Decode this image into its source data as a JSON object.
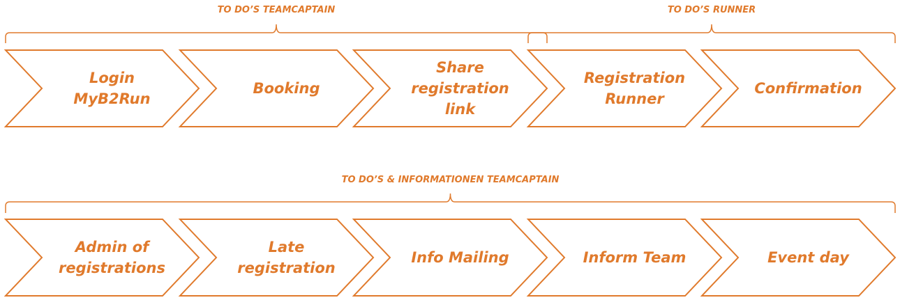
{
  "accent_color": "#e07a2c",
  "rows": [
    {
      "groups": [
        {
          "label": "TO DO’S TEAMCAPTAIN",
          "from_step": 0,
          "to_step": 2
        },
        {
          "label": "TO DO’S RUNNER",
          "from_step": 3,
          "to_step": 4
        }
      ],
      "steps": [
        {
          "label": "Login\nMyB2Run"
        },
        {
          "label": "Booking"
        },
        {
          "label": "Share\nregistration\nlink"
        },
        {
          "label": "Registration\nRunner"
        },
        {
          "label": "Confirmation"
        }
      ]
    },
    {
      "groups": [
        {
          "label": "TO DO’S & INFORMATIONEN TEAMCAPTAIN",
          "from_step": 0,
          "to_step": 4
        }
      ],
      "steps": [
        {
          "label": "Admin of\nregistrations"
        },
        {
          "label": "Late\nregistration"
        },
        {
          "label": "Info Mailing"
        },
        {
          "label": "Inform Team"
        },
        {
          "label": "Event day"
        }
      ]
    }
  ]
}
